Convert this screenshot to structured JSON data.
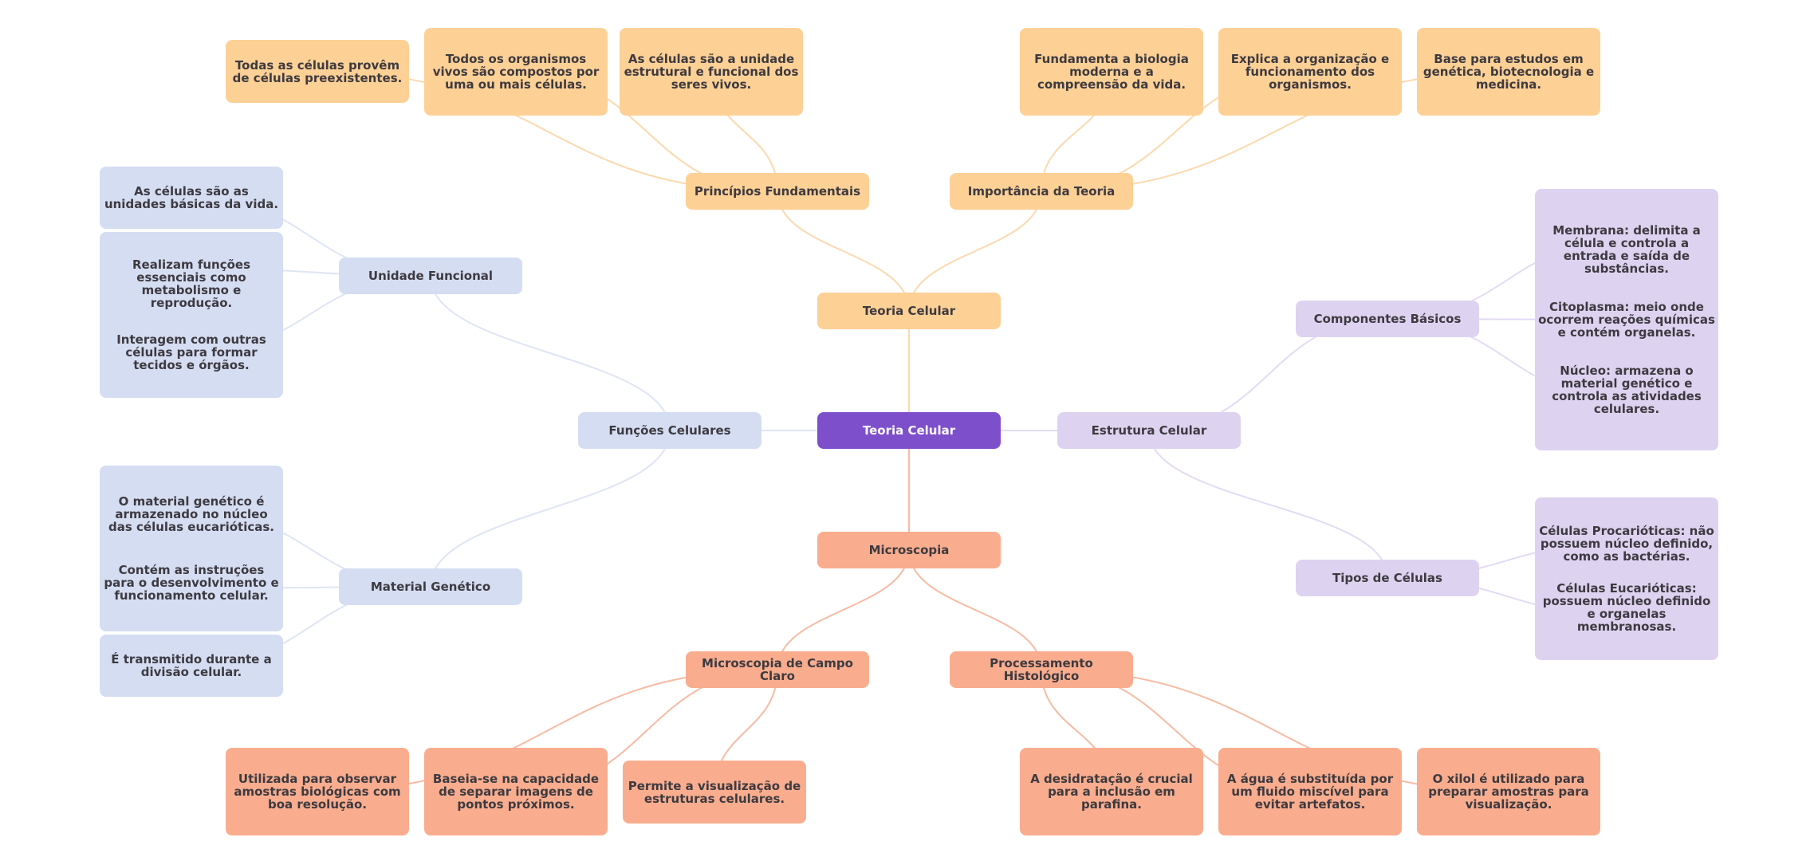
{
  "title": "Teoria Celular",
  "colors": {
    "root": "#7e4fcb",
    "orange": "#fdd095",
    "salmon": "#f9ad8e",
    "blue": "#d5ddf2",
    "lavender": "#ddd3f0",
    "edge_orange": "#fcd9ae",
    "edge_salmon": "#f8bba3",
    "edge_blue": "#dfe5f4",
    "edge_lavender": "#e3dbf4",
    "text": "#3d3a40"
  },
  "root": {
    "label": "Teoria Celular"
  },
  "branches": {
    "teoria": {
      "label": "Teoria Celular",
      "principios": {
        "label": "Princípios Fundamentais",
        "items": [
          "Todas as células provêm de células preexistentes.",
          "Todos os organismos vivos são compostos por uma ou mais células.",
          "As células são a unidade estrutural e funcional dos seres vivos."
        ]
      },
      "importancia": {
        "label": "Importância da Teoria",
        "items": [
          "Fundamenta a biologia moderna e a compreensão da vida.",
          "Explica a organização e funcionamento dos organismos.",
          "Base para estudos em genética, biotecnologia e medicina."
        ]
      }
    },
    "funcoes": {
      "label": "Funções Celulares",
      "unidade": {
        "label": "Unidade Funcional",
        "items": [
          "As células são as unidades básicas da vida.",
          "Realizam funções essenciais como metabolismo e reprodução.",
          "Interagem com outras células para formar tecidos e órgãos."
        ]
      },
      "material": {
        "label": "Material Genético",
        "items": [
          "O material genético é armazenado no núcleo das células eucarióticas.",
          "Contém as instruções para o desenvolvimento e funcionamento celular.",
          "É transmitido durante a divisão celular."
        ]
      }
    },
    "estrutura": {
      "label": "Estrutura Celular",
      "componentes": {
        "label": "Componentes Básicos",
        "items": [
          "Membrana: delimita a célula e controla a entrada e saída de substâncias.",
          "Citoplasma: meio onde ocorrem reações químicas e contém organelas.",
          "Núcleo: armazena o material genético e controla as atividades celulares."
        ]
      },
      "tipos": {
        "label": "Tipos de Células",
        "items": [
          "Células Procarióticas: não possuem núcleo definido, como as bactérias.",
          "Células Eucarióticas: possuem núcleo definido e organelas membranosas."
        ]
      }
    },
    "microscopia": {
      "label": "Microscopia",
      "campo": {
        "label": "Microscopia de Campo Claro",
        "items": [
          "Utilizada para observar amostras biológicas com boa resolução.",
          "Baseia-se na capacidade de separar imagens de pontos próximos.",
          "Permite a visualização de estruturas celulares."
        ]
      },
      "histo": {
        "label": "Processamento Histológico",
        "items": [
          "A desidratação é crucial para a inclusão em parafina.",
          "A água é substituída por um fluido miscível para evitar artefatos.",
          "O xilol é utilizado para preparar amostras para visualização."
        ]
      }
    }
  }
}
